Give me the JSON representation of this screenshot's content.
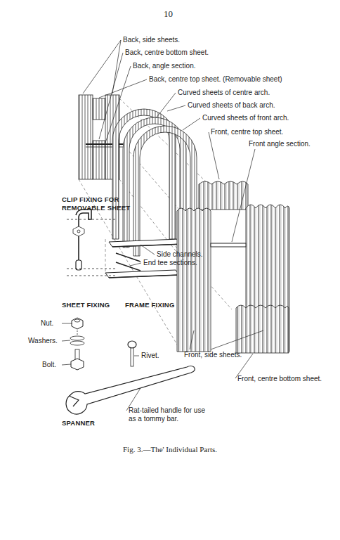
{
  "diagram": {
    "caption": "Fig. 3.—The' Individual Parts.",
    "labels": [
      "10",
      "Back, side sheets.",
      "Back, centre bottom sheet.",
      "Back, angle section.",
      "Back, centre top sheet. (Removable sheet)",
      "Curved sheets of centre arch.",
      "Curved sheets of back arch.",
      "Curved sheets of front arch.",
      "Front, centre top sheet.",
      "Front angle section.",
      "CLIP FIXING FOR REMOVABLE SHEET",
      "Side channels.",
      "End tee sections.",
      "SHEET FIXING",
      "FRAME FIXING",
      "Nut.",
      "Washers.",
      "Rivet.",
      "Bolt.",
      "Front, side sheets.",
      "Front, centre bottom sheet.",
      "SPANNER",
      "Rat-tailed handle for use as a tommy bar."
    ]
  }
}
